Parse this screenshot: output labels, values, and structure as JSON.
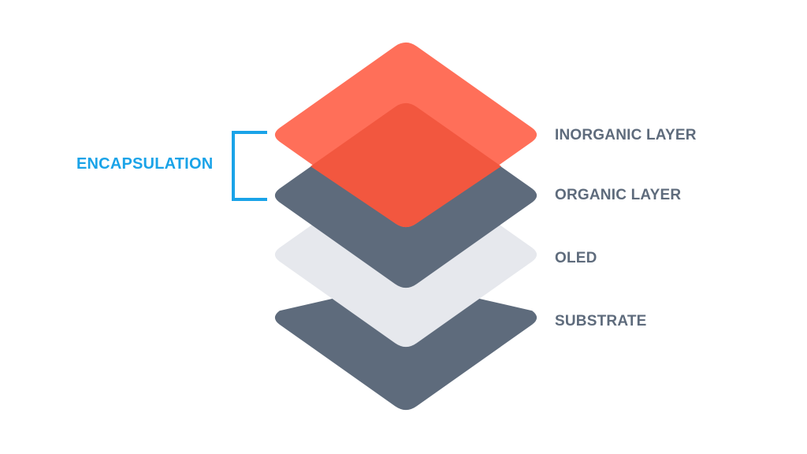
{
  "colors": {
    "inorganic": "#FF6F59",
    "overlap": "#F2573F",
    "organic": "#5E6B7C",
    "oled": "#E6E8ED",
    "substrate": "#5E6B7C",
    "label": "#5E6B7C",
    "encapsulation": "#1AA3E8"
  },
  "layers": {
    "inorganic": {
      "label": "INORGANIC LAYER"
    },
    "organic": {
      "label": "ORGANIC LAYER"
    },
    "oled": {
      "label": "OLED"
    },
    "substrate": {
      "label": "SUBSTRATE"
    }
  },
  "encapsulation": {
    "label": "ENCAPSULATION"
  }
}
